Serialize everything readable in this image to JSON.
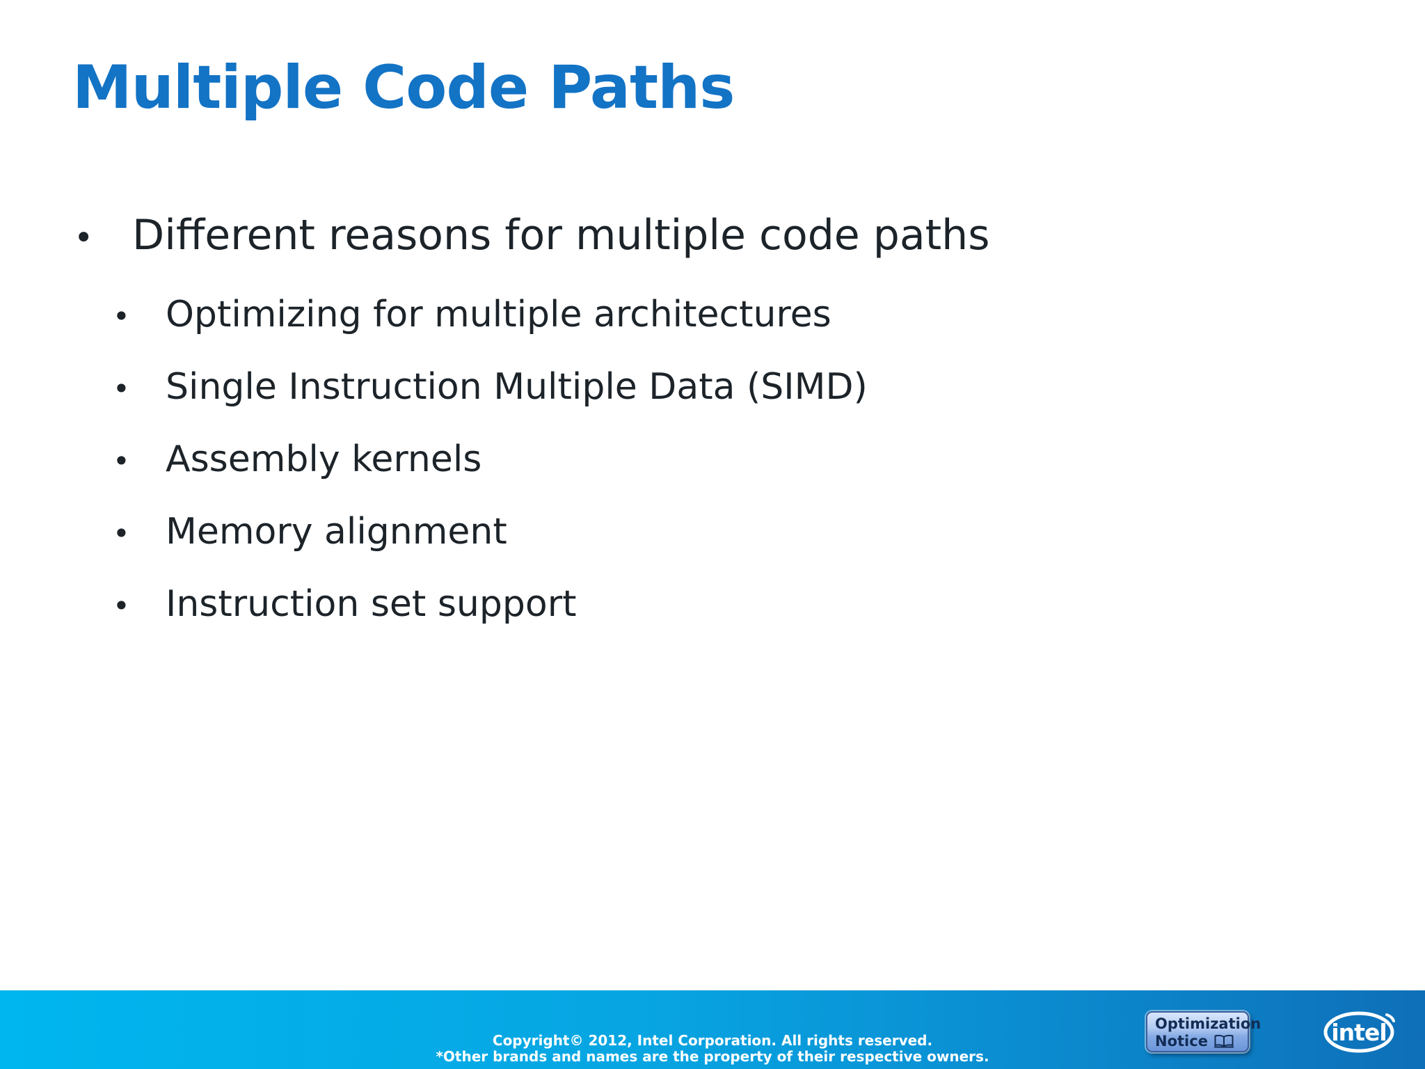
{
  "slide": {
    "title": "Multiple Code Paths",
    "bullet_glyph": "•",
    "bullet_level1": "Different reasons for multiple code paths",
    "bullets_level2": [
      "Optimizing for multiple architectures",
      "Single Instruction Multiple Data (SIMD)",
      "Assembly kernels",
      "Memory alignment",
      "Instruction set support"
    ]
  },
  "footer": {
    "copyright_line1": "Copyright© 2012, Intel Corporation. All rights reserved.",
    "copyright_line2": "*Other brands and names are the property of their respective owners.",
    "optimization_notice": {
      "line1": "Optimization",
      "line2": "Notice",
      "icon": "open-book-icon"
    },
    "intel_logo": {
      "text": "intel"
    },
    "colors": {
      "bar_gradient_left": "#00b6ee",
      "bar_gradient_right": "#0e6fb8"
    }
  },
  "colors": {
    "title": "#1373c5",
    "body_text": "#1c2329",
    "background": "#ffffff"
  }
}
